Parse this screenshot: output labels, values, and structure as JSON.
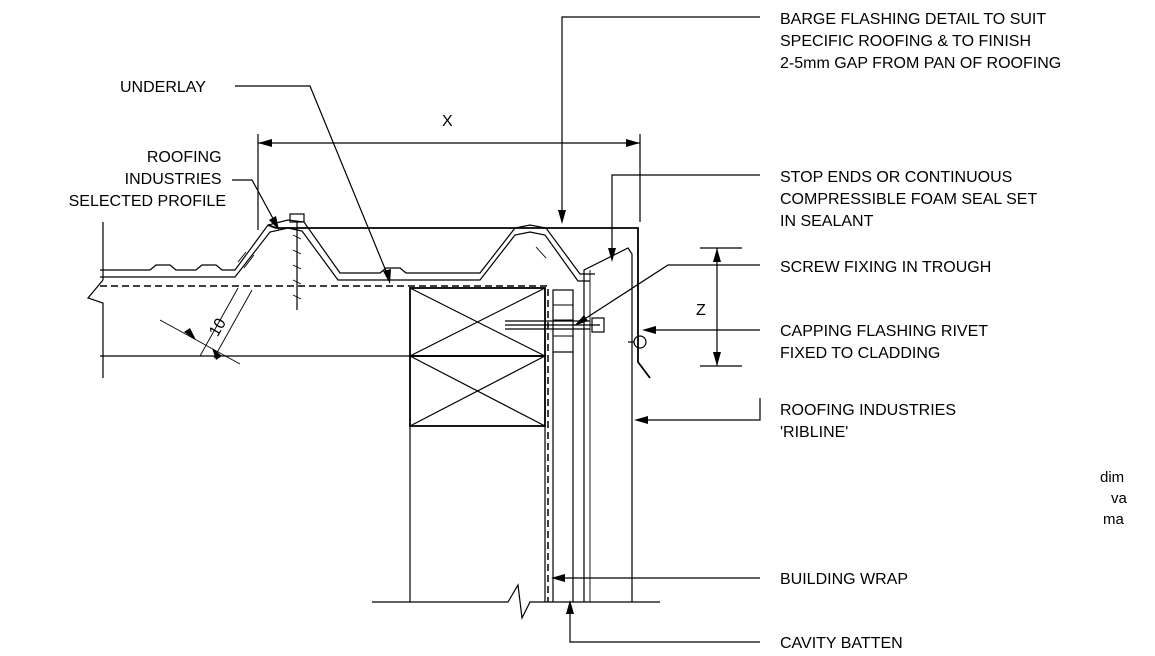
{
  "labels": {
    "barge_flashing": [
      "BARGE FLASHING DETAIL TO SUIT",
      "SPECIFIC ROOFING & TO FINISH",
      "2-5mm GAP FROM PAN OF ROOFING"
    ],
    "underlay": "UNDERLAY",
    "roofing_profile": [
      "ROOFING",
      "INDUSTRIES",
      "SELECTED PROFILE"
    ],
    "stop_ends": [
      "STOP ENDS OR CONTINUOUS",
      "COMPRESSIBLE FOAM SEAL SET",
      "IN SEALANT"
    ],
    "screw_fixing": "SCREW FIXING IN TROUGH",
    "capping_rivet": [
      "CAPPING FLASHING RIVET",
      "FIXED TO CLADDING"
    ],
    "ribline": [
      "ROOFING INDUSTRIES",
      "'RIBLINE'"
    ],
    "building_wrap": "BUILDING WRAP",
    "cavity_batten": "CAVITY BATTEN",
    "side_note": [
      "dim",
      "va",
      "ma"
    ]
  },
  "dimensions": {
    "x": "X",
    "z": "Z",
    "ten": "10"
  }
}
